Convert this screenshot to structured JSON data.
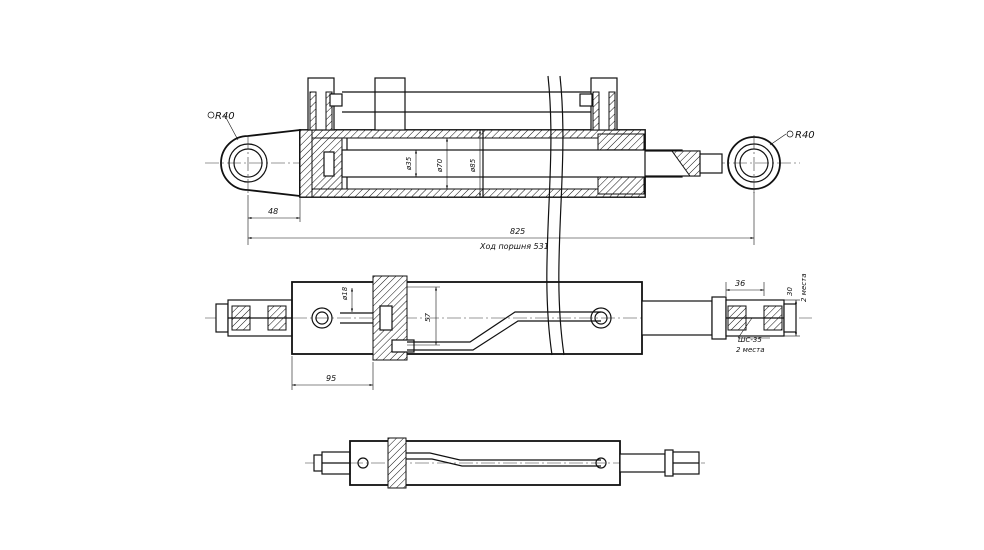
{
  "labels": {
    "radius_left": "R40",
    "radius_right": "R40",
    "overall_length": "825",
    "piston_stroke": "Ход поршня 531",
    "dim_48": "48",
    "dia_rod": "ø35",
    "dia_bore": "ø70",
    "dia_outer": "ø85",
    "dia_port": "ø18",
    "dim_57": "57",
    "dim_95": "95",
    "dim_36": "36",
    "dim_30": "30",
    "two_places_1": "2 места",
    "pin_dia": "ШС-35",
    "two_places_2": "2 места"
  }
}
